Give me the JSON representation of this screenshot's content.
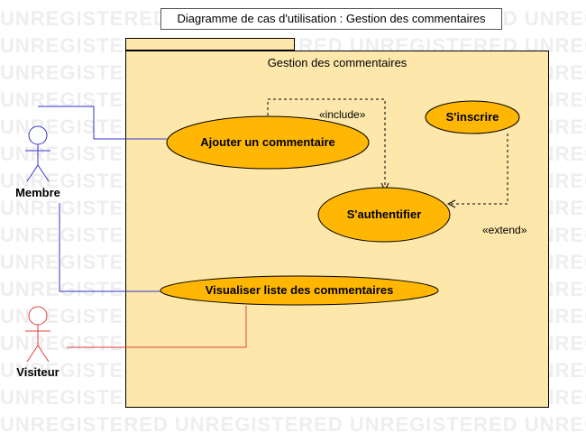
{
  "watermark": "UNREGISTERED",
  "title": "Diagramme de cas d'utilisation : Gestion des commentaires",
  "package": {
    "name": "Gestion des commentaires"
  },
  "actors": [
    {
      "id": "membre",
      "label": "Membre",
      "color": "#3333cc"
    },
    {
      "id": "visiteur",
      "label": "Visiteur",
      "color": "#e04040"
    }
  ],
  "use_cases": [
    {
      "id": "ajouter",
      "label": "Ajouter un commentaire"
    },
    {
      "id": "authentifier",
      "label": "S'authentifier"
    },
    {
      "id": "inscrire",
      "label": "S'inscrire"
    },
    {
      "id": "visualiser",
      "label": "Visualiser liste des commentaires"
    }
  ],
  "relations": [
    {
      "type": "include",
      "label": "«include»",
      "from": "ajouter",
      "to": "authentifier"
    },
    {
      "type": "extend",
      "label": "«extend»",
      "from": "inscrire",
      "to": "authentifier"
    },
    {
      "type": "association",
      "from": "membre",
      "to": "ajouter"
    },
    {
      "type": "association",
      "from": "membre",
      "to": "visualiser"
    },
    {
      "type": "association",
      "from": "visiteur",
      "to": "visualiser"
    }
  ],
  "colors": {
    "package_fill": "#fde7aa",
    "use_case_fill": "#ffb703",
    "watermark": "#eeeeee"
  }
}
